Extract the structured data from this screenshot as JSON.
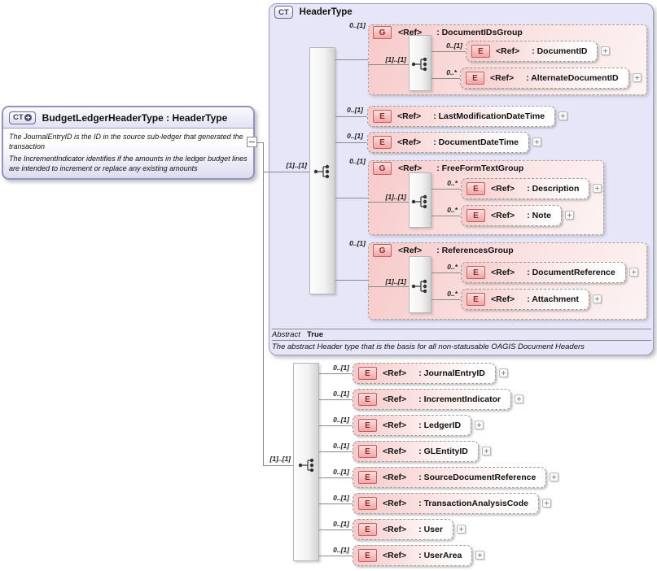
{
  "badges": {
    "ct": "CT",
    "e": "E",
    "g": "G"
  },
  "ref": "<Ref>",
  "root": {
    "title": "BudgetLedgerHeaderType : HeaderType",
    "ann1": "The JournalEntryID is the  ID in the source sub-ledger that generated the\ntransaction",
    "ann2": "The IncrementIndicator identifies if the amounts in the ledger budget lines\nare intended to increment or replace any existing amounts"
  },
  "ht": {
    "title": "HeaderType",
    "cardinality": "[1]..[1]",
    "abstract_label": "Abstract",
    "abstract_value": "True",
    "note": "The abstract Header type that is the basis for all non-statusable OAGIS Document Headers",
    "doc_ids": {
      "card": "0..[1]",
      "name": ": DocumentIDsGroup",
      "inner_card": "[1]..[1]",
      "doc_id": {
        "card": "0..[1]",
        "name": ": DocumentID"
      },
      "alt_doc_id": {
        "card": "0..*",
        "name": ": AlternateDocumentID"
      }
    },
    "last_mod": {
      "card": "0..[1]",
      "name": ": LastModificationDateTime"
    },
    "doc_date": {
      "card": "0..[1]",
      "name": ": DocumentDateTime"
    },
    "free_form": {
      "card": "0..[1]",
      "name": ": FreeFormTextGroup",
      "inner_card": "[1]..[1]",
      "description": {
        "card": "0..*",
        "name": ": Description"
      },
      "note_el": {
        "card": "0..*",
        "name": ": Note"
      }
    },
    "references": {
      "card": "0..[1]",
      "name": ": ReferencesGroup",
      "inner_card": "[1]..[1]",
      "doc_ref": {
        "card": "0..*",
        "name": ": DocumentReference"
      },
      "attachment": {
        "card": "0..*",
        "name": ": Attachment"
      }
    }
  },
  "local": {
    "cardinality": "[1]..[1]",
    "journal": {
      "card": "0..[1]",
      "name": ": JournalEntryID"
    },
    "increment": {
      "card": "0..[1]",
      "name": ": IncrementIndicator"
    },
    "ledger": {
      "card": "0..[1]",
      "name": ": LedgerID"
    },
    "gl_entity": {
      "card": "0..[1]",
      "name": ": GLEntityID"
    },
    "source_doc_ref": {
      "card": "0..[1]",
      "name": ": SourceDocumentReference"
    },
    "trans_analysis": {
      "card": "0..[1]",
      "name": ": TransactionAnalysisCode"
    },
    "user": {
      "card": "0..[1]",
      "name": ": User"
    },
    "user_area": {
      "card": "0..[1]",
      "name": ": UserArea"
    }
  }
}
